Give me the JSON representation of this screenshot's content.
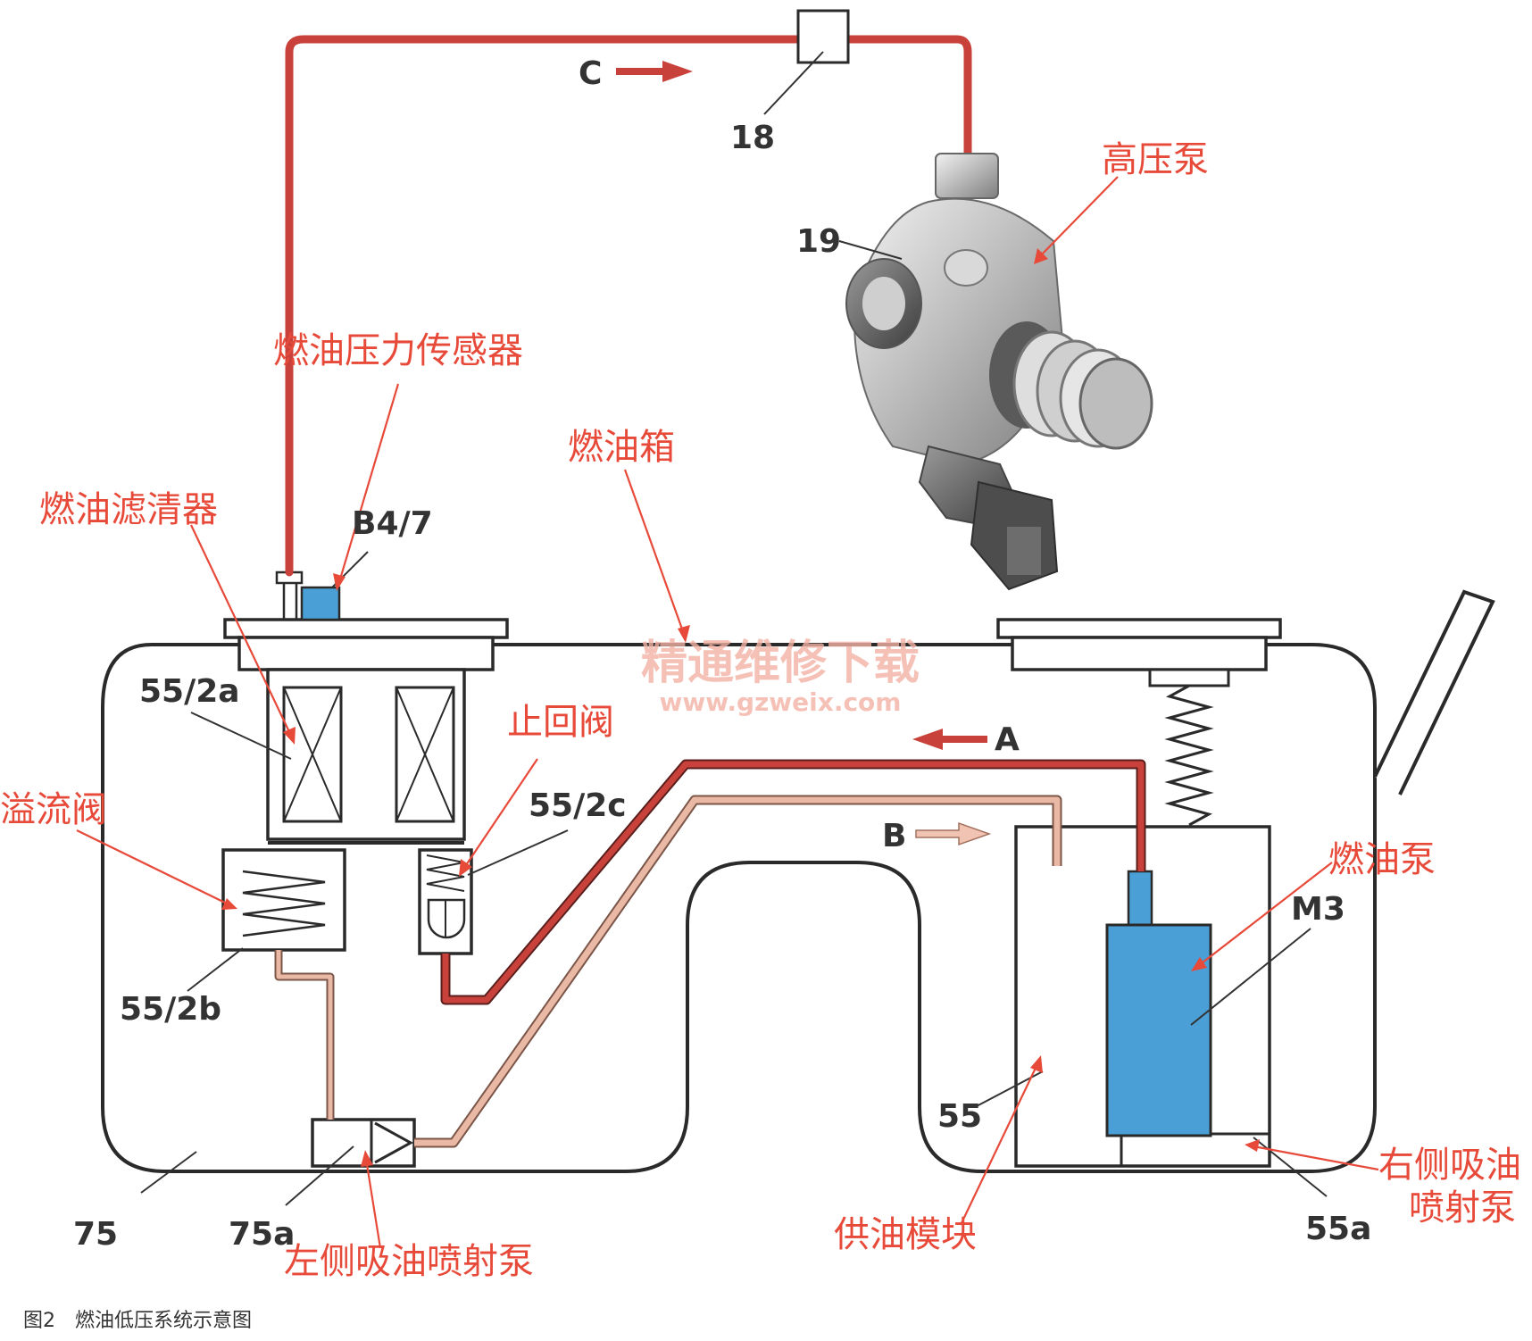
{
  "watermark": {
    "title": "精通维修下载",
    "url": "www.gzweix.com"
  },
  "caption": "图2　燃油低压系统示意图",
  "flow_labels": {
    "a": "A",
    "b": "B",
    "c": "C"
  },
  "part_numbers": {
    "p18": "18",
    "p19": "19",
    "b47": "B4/7",
    "p55_2a": "55/2a",
    "p55_2b": "55/2b",
    "p55_2c": "55/2c",
    "p55": "55",
    "m3": "M3",
    "p75": "75",
    "p75a": "75a",
    "p55a": "55a"
  },
  "component_labels": {
    "high_pressure_pump": "高压泵",
    "fuel_pressure_sensor": "燃油压力传感器",
    "fuel_tank": "燃油箱",
    "fuel_filter": "燃油滤清器",
    "check_valve": "止回阀",
    "overflow_valve": "溢流阀",
    "fuel_pump": "燃油泵",
    "supply_module": "供油模块",
    "left_jet_pump": "左侧吸油喷射泵",
    "right_jet_pump_line1": "右侧吸油",
    "right_jet_pump_line2": "喷射泵"
  },
  "colors": {
    "pressure_line": "#c8413a",
    "return_line": "#e9b9a6",
    "label_red": "#e84a3a",
    "blue_component": "#4a9fd6",
    "watermark": "#f3b2a4"
  },
  "icons": [
    "flow-arrow-icon",
    "spring-icon",
    "filter-element-icon",
    "high-pressure-pump-icon"
  ]
}
